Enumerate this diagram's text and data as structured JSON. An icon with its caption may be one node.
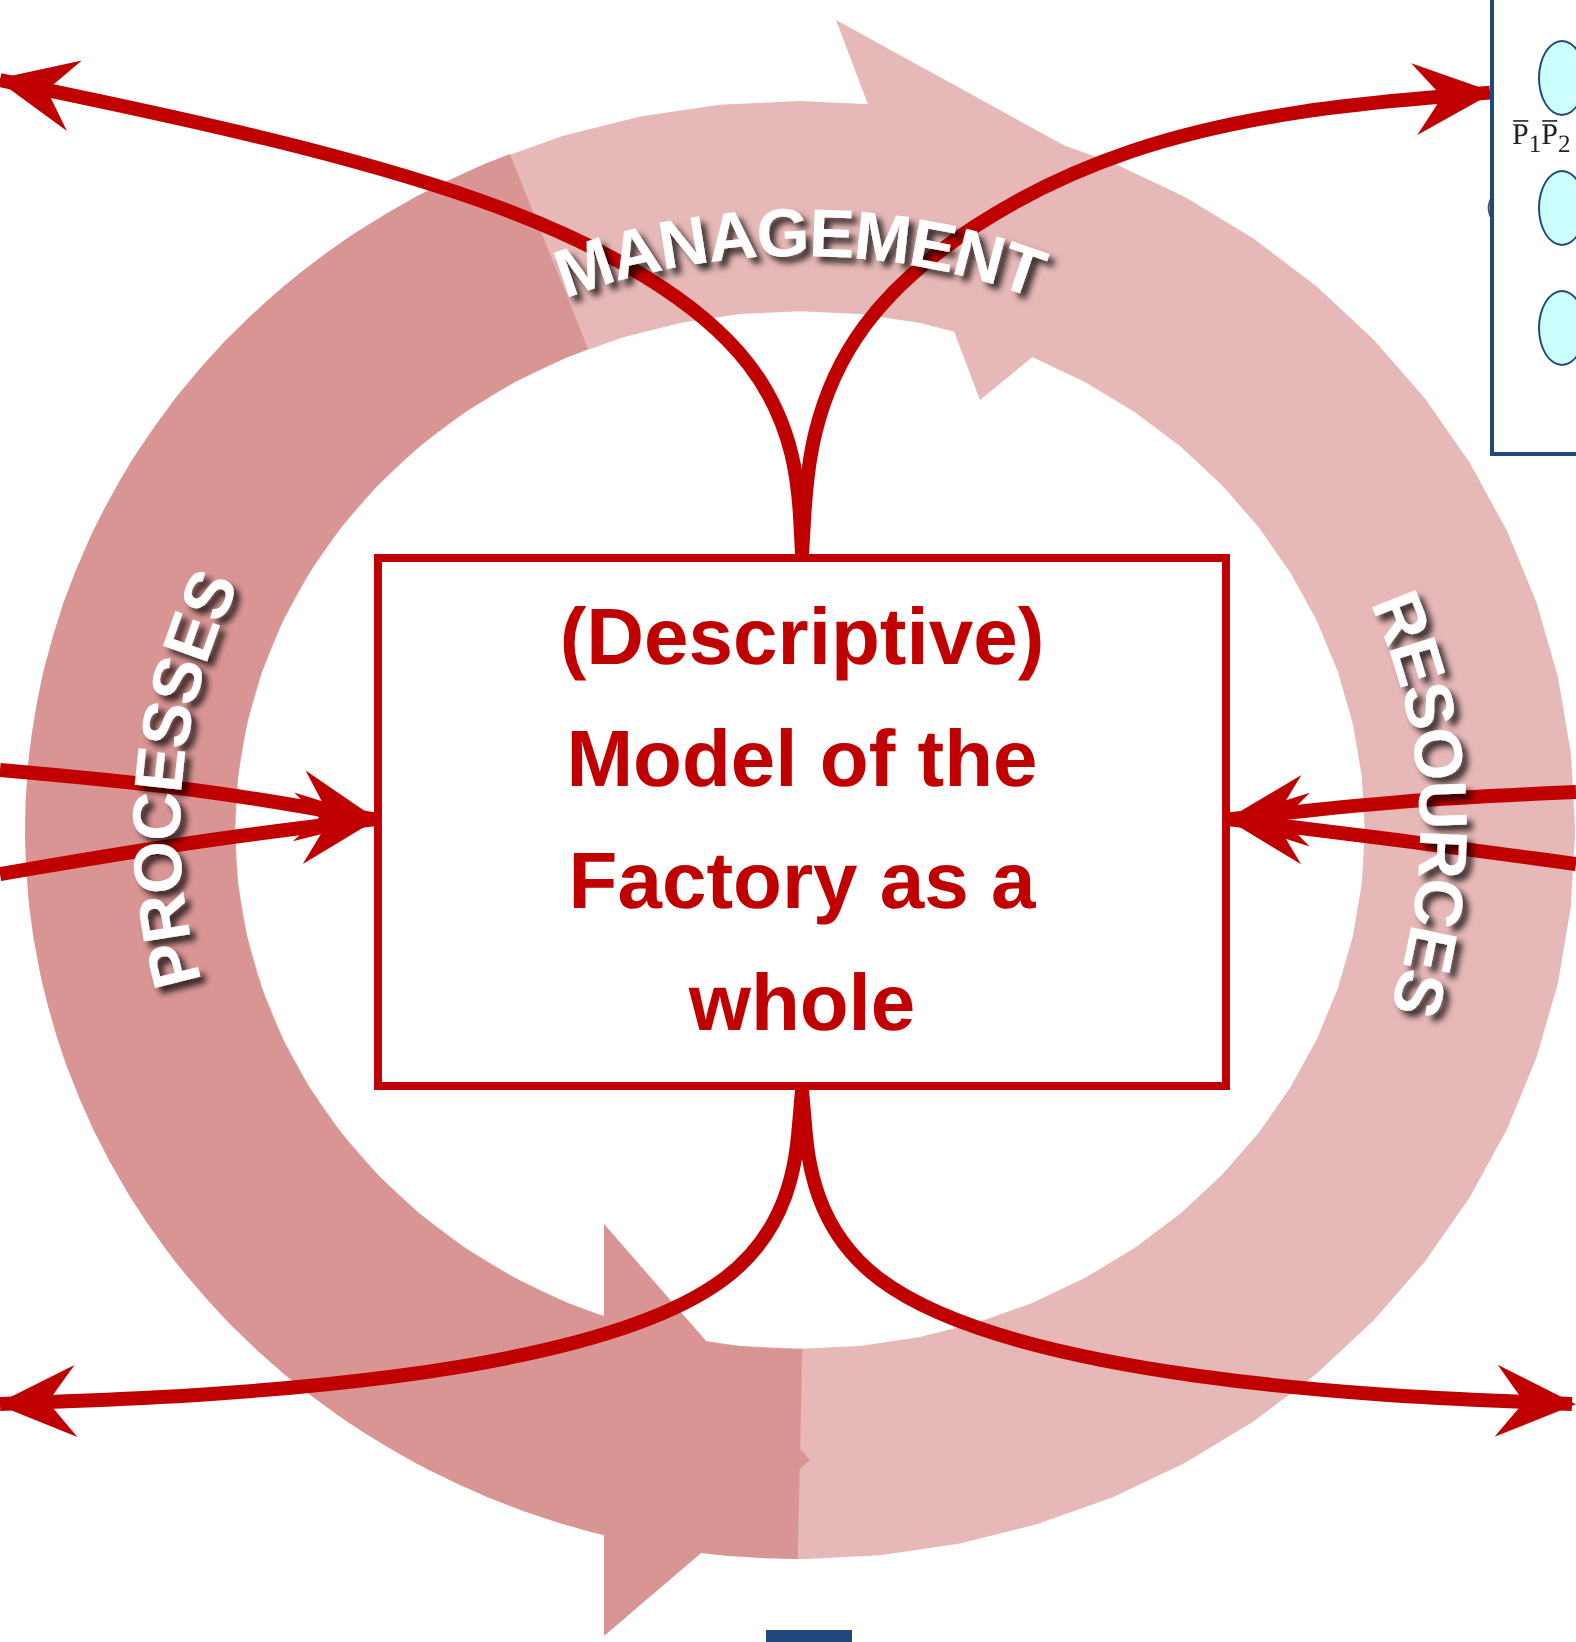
{
  "diagram": {
    "nodes": [
      {
        "text": [
          "(Descriptive) Model of the Factory as a whole"
        ]
      },
      {
        "text": [],
        "shape": "box"
      },
      {
        "text": [],
        "shape": "ellipse",
        "in": 1
      },
      {
        "text": [],
        "shape": "ellipse",
        "in": 1
      },
      {
        "text": [],
        "shape": "ellipse",
        "in": 1
      }
    ],
    "edges": [
      {
        "from": 0,
        "to": null,
        "arrow": "to"
      },
      {
        "from": 0,
        "to": 1,
        "arrow": "to"
      },
      {
        "from": null,
        "to": 0,
        "arrow": "to"
      },
      {
        "from": null,
        "to": 0,
        "arrow": "to"
      },
      {
        "from": null,
        "to": 0,
        "arrow": "to"
      },
      {
        "from": null,
        "to": 0,
        "arrow": "to"
      },
      {
        "from": 0,
        "to": null,
        "arrow": "to"
      },
      {
        "from": 0,
        "to": null,
        "arrow": "to"
      },
      {
        "from": 3,
        "to": 3,
        "arrow": "to",
        "color": "#555555"
      }
    ],
    "labels": [
      "MANAGEMENT",
      "P̅$_{1}$P̅$_{2}$",
      "PROCESSES",
      "RESOURCES"
    ]
  }
}
